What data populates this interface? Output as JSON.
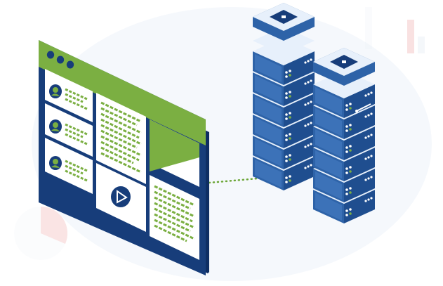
{
  "illustration": {
    "name": "browser-window-connected-to-server-racks",
    "colors": {
      "accent_green": "#7BAF42",
      "dark_navy": "#173D7A",
      "server_blue": "#2E63A8",
      "server_light": "#E7F0FB",
      "background_blob": "#F2F6FB",
      "line_green": "#6CA637"
    },
    "browser": {
      "window_controls": [
        "dot",
        "dot",
        "dot"
      ],
      "profiles": 3,
      "text_blocks": 4,
      "has_image_tile": true,
      "has_play_tile": true
    },
    "servers": {
      "stacks": 2,
      "back_stack_units": 6,
      "front_stack_units": 6
    },
    "connection": "dotted-line"
  }
}
